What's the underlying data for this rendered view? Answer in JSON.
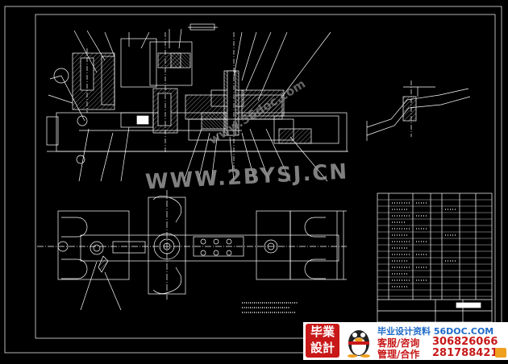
{
  "drawing": {
    "title_label": "ts2",
    "watermark_diagonal": "WWW.2BYSJ.CN",
    "watermark_secondary": "www.56doc.com"
  },
  "footer": {
    "logo_line1": "毕業",
    "logo_line2": "設計",
    "site_title": "毕业设计资料 56DOC.COM",
    "service_label": "客服/咨询",
    "service_qq": "306826066",
    "manage_label": "管理/合作",
    "manage_qq": "281788421"
  },
  "colors": {
    "background": "#000000",
    "lines": "#ffffff",
    "watermark": "#8a8a8a",
    "brand_red": "#c81818",
    "brand_blue": "#1e6ac8"
  }
}
